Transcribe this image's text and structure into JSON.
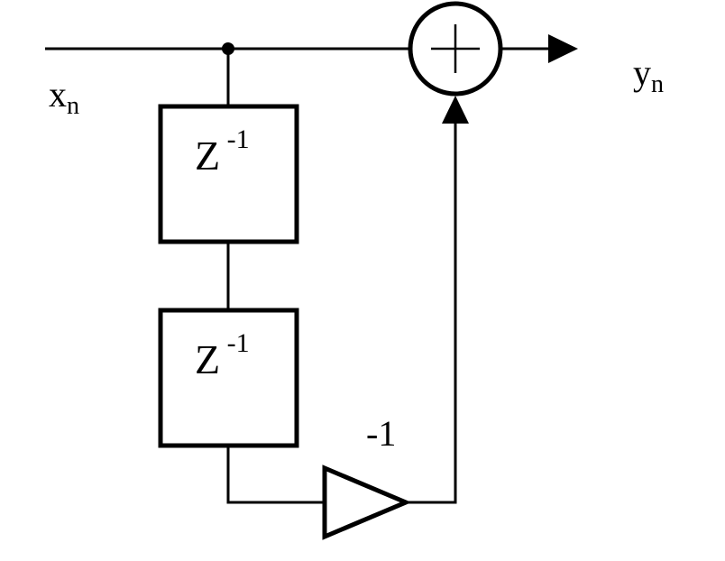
{
  "diagram": {
    "input_label": {
      "base": "x",
      "sub": "n"
    },
    "output_label": {
      "base": "y",
      "sub": "n"
    },
    "delay_blocks": [
      {
        "base": "Z",
        "sup": " -1"
      },
      {
        "base": "Z",
        "sup": " -1"
      }
    ],
    "gain_label": "-1",
    "adder_symbol": "+",
    "colors": {
      "stroke": "#000000",
      "background": "#ffffff"
    }
  }
}
